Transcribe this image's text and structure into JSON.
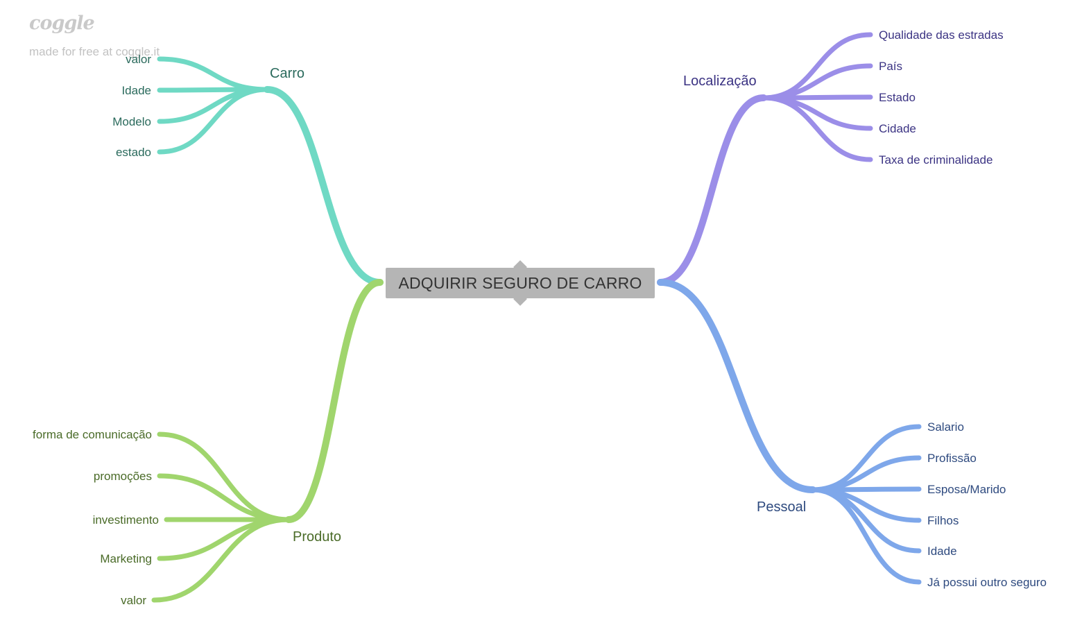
{
  "watermark": {
    "logo": "coggle",
    "text": "made for free at coggle.it"
  },
  "central": {
    "label": "ADQUIRIR SEGURO DE CARRO"
  },
  "colors": {
    "carro": "#6fd9c4",
    "carro_text": "#2a6a5c",
    "produto": "#a0d56d",
    "produto_text": "#4a6b28",
    "localizacao": "#9b8ee8",
    "localizacao_text": "#3b3383",
    "pessoal": "#7ea7ea",
    "pessoal_text": "#2e4a7f",
    "center": "#b5b5b5"
  },
  "branches": {
    "carro": {
      "label": "Carro",
      "children": [
        "valor",
        "Idade",
        "Modelo",
        "estado"
      ]
    },
    "produto": {
      "label": "Produto",
      "children": [
        "forma de comunicação",
        "promoções",
        "investimento",
        "Marketing",
        "valor"
      ]
    },
    "localizacao": {
      "label": "Localização",
      "children": [
        "Qualidade das estradas",
        "País",
        "Estado",
        "Cidade",
        "Taxa de criminalidade"
      ]
    },
    "pessoal": {
      "label": "Pessoal",
      "children": [
        "Salario",
        "Profissão",
        "Esposa/Marido",
        "Filhos",
        "Idade",
        "Já possui outro seguro"
      ]
    }
  }
}
